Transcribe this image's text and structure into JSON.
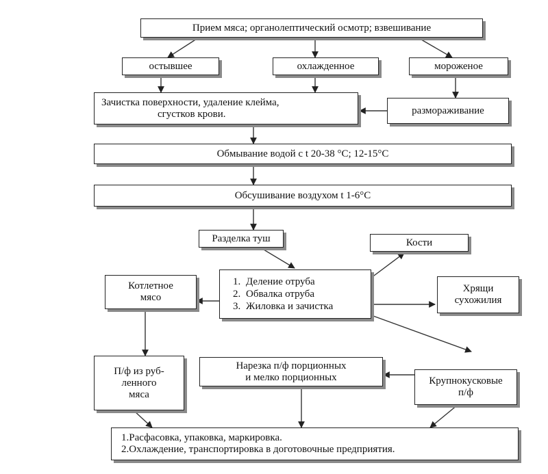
{
  "boxes": {
    "reception": "Прием мяса; органолептический осмотр; взвешивание",
    "cooled": "остывшее",
    "chilled": "охлажденное",
    "frozen": "мороженое",
    "cleaning": [
      "Зачистка поверхности, удаление клейма,",
      "сгустков крови."
    ],
    "thawing": "размораживание",
    "washing": "Обмывание водой с t 20-38 °С; 12-15°С",
    "drying": "Обсушивание воздухом t 1-6°С",
    "carcass_cutting": "Разделка туш",
    "bones": "Кости",
    "steps": [
      "Деление отруба",
      "Обвалка отруба",
      "Жиловка и зачистка"
    ],
    "cutlet_meat": [
      "Котлетное",
      "мясо"
    ],
    "gristle": [
      "Хрящи",
      "сухожилия"
    ],
    "minced_semi": [
      "П/ф из руб-",
      "ленного",
      "мяса"
    ],
    "portion_cutting": [
      "Нарезка п/ф порционных",
      "и мелко порционных"
    ],
    "large_piece": [
      "Крупнокусковые",
      "п/ф"
    ],
    "final": [
      "1.Расфасовка, упаковка, маркировка.",
      "2.Охлаждение, транспортировка в доготовочные предприятия."
    ]
  }
}
